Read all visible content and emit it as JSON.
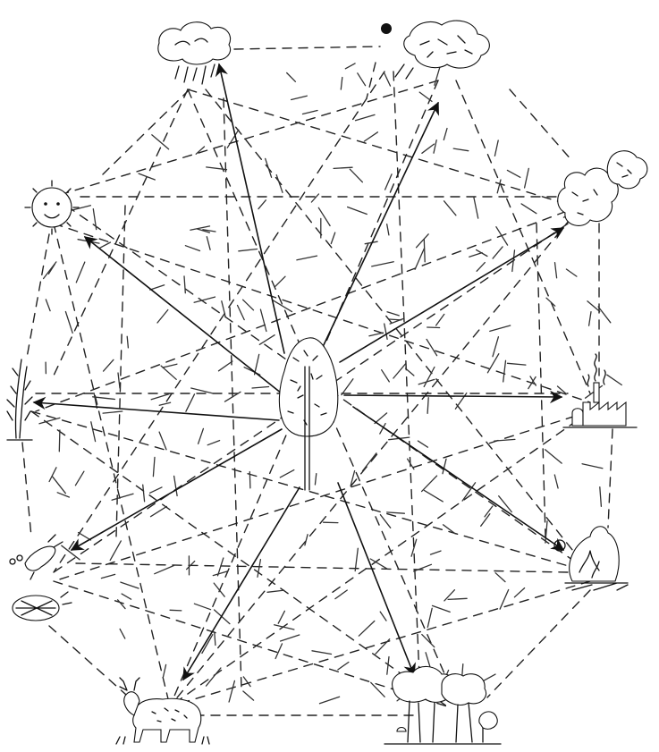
{
  "diagram": {
    "center": {
      "icon": "tree-icon"
    },
    "nodes": [
      {
        "id": "rain-cloud",
        "icon": "rain-cloud-icon"
      },
      {
        "id": "storm",
        "icon": "storm-icon"
      },
      {
        "id": "sun",
        "icon": "sun-icon"
      },
      {
        "id": "smoke-cloud",
        "icon": "smoke-cloud-icon"
      },
      {
        "id": "plant",
        "icon": "plant-icon"
      },
      {
        "id": "factory",
        "icon": "factory-icon"
      },
      {
        "id": "insects",
        "icon": "insect-icon"
      },
      {
        "id": "fire",
        "icon": "fire-icon"
      },
      {
        "id": "deer",
        "icon": "deer-icon"
      },
      {
        "id": "forest",
        "icon": "forest-icon"
      }
    ],
    "arrows_from_center": [
      "rain-cloud",
      "sun",
      "plant",
      "insects",
      "deer",
      "forest",
      "fire",
      "factory",
      "smoke-cloud",
      "storm"
    ],
    "line_style": {
      "stroke": "#111111",
      "background": "#ffffff"
    }
  }
}
